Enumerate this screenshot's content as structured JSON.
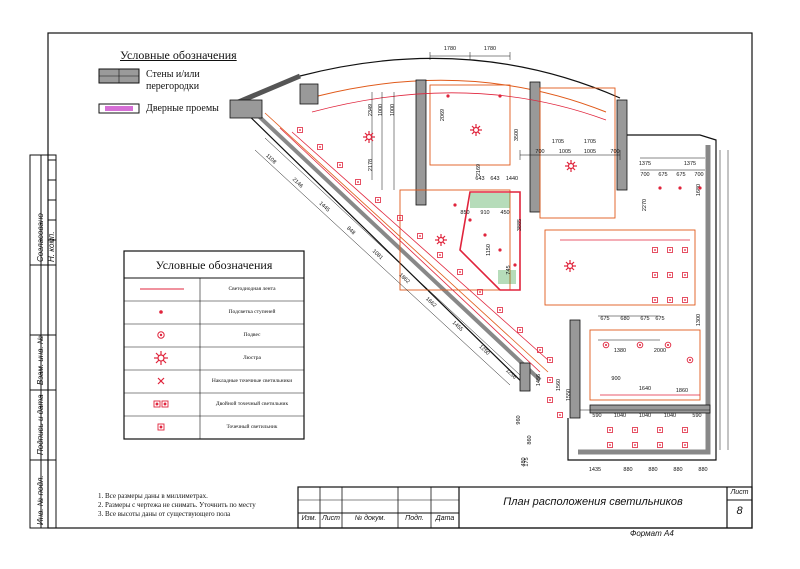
{
  "legend_top": {
    "title": "Условные обозначения",
    "walls_label_1": "Стены и/или",
    "walls_label_2": "перегородки",
    "doors_label": "Дверные проемы"
  },
  "legend_table": {
    "title": "Условные обозначения",
    "items": [
      {
        "label": "Светодиодная лента",
        "symbol": "line"
      },
      {
        "label": "Подсветка ступеней",
        "symbol": "dot"
      },
      {
        "label": "Подвес",
        "symbol": "ring"
      },
      {
        "label": "Люстра",
        "symbol": "chandelier"
      },
      {
        "label": "Накладные точечные светильники",
        "symbol": "cross"
      },
      {
        "label": "Двойной точечный светильник",
        "symbol": "double"
      },
      {
        "label": "Точечный светильник",
        "symbol": "square"
      }
    ]
  },
  "margin_labels": {
    "soglasovano": "Согласовано",
    "n_komp": "Н. комп.",
    "vzam_inv": "Взам. инв. №",
    "podpis_data": "Подпись и дата",
    "inv_podl": "Инв. № подл."
  },
  "notes": [
    "1.   Все  размеры даны в миллиметрах.",
    "2.   Размеры с чертежа не снимать. Уточнить по месту",
    "3.   Все высоты даны от существующего пола"
  ],
  "title_block": {
    "drawing_title": "План расположения светильников",
    "sheet_label": "Лист",
    "sheet_number": "8",
    "col_izm": "Изм.",
    "col_list": "Лист",
    "col_doc": "№ докум.",
    "col_podp": "Подп.",
    "col_data": "Дата",
    "format": "Формат А4"
  },
  "dimensions": {
    "top": [
      "1780",
      "1780"
    ],
    "row1": [
      "700",
      "1005",
      "1005",
      "700"
    ],
    "row1b": [
      "1705",
      "1705"
    ],
    "right_top": [
      "1375",
      "1375"
    ],
    "right_row": [
      "700",
      "675",
      "675",
      "700"
    ],
    "mid": [
      "643",
      "643",
      "1440"
    ],
    "mid2": [
      "850",
      "910",
      "450"
    ],
    "lower": [
      "675",
      "680",
      "675",
      "675"
    ],
    "lower2": [
      "1380",
      "2000"
    ],
    "lower3": [
      "900",
      "1640",
      "1860"
    ],
    "lower4": [
      "590",
      "1040",
      "1040",
      "1040",
      "590"
    ],
    "bottom": [
      "1435",
      "880",
      "880",
      "880",
      "880"
    ],
    "left_diag": [
      "1108",
      "2146",
      "1445",
      "848",
      "1081",
      "1862",
      "1662",
      "1455",
      "1250",
      "1256"
    ],
    "verticals": [
      "2349",
      "1000",
      "1000",
      "2178",
      "3500",
      "2069",
      "2169",
      "3885",
      "745",
      "1150",
      "2270",
      "1680",
      "1300",
      "1456",
      "1560",
      "1550",
      "960",
      "860",
      "480",
      "175"
    ]
  },
  "colors": {
    "line": "#111111",
    "accent": "#e0243c",
    "orange": "#e05a1a",
    "wall": "#9a9a9a",
    "door": "#d66fd6"
  }
}
